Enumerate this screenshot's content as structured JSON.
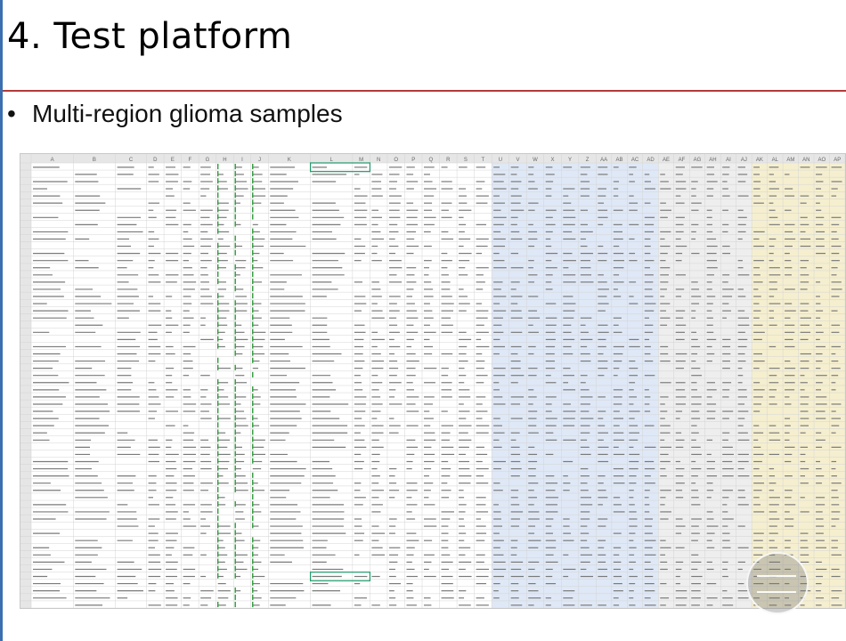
{
  "slide": {
    "title": "4. Test platform",
    "bullets": [
      "Multi-region glioma samples"
    ]
  },
  "spreadsheet": {
    "description_visible": false,
    "column_letters": [
      "A",
      "B",
      "C",
      "D",
      "E",
      "F",
      "G",
      "H",
      "I",
      "J",
      "K",
      "L",
      "M",
      "N",
      "O",
      "P",
      "Q",
      "R",
      "S",
      "T",
      "U",
      "V",
      "W",
      "X",
      "Y",
      "Z",
      "AA",
      "AB",
      "AC",
      "AD",
      "AE",
      "AF",
      "AG",
      "AH",
      "AI",
      "AJ",
      "AK",
      "AL",
      "AM",
      "AN",
      "AO",
      "AP"
    ],
    "row_count": 62,
    "colors": {
      "header": "#e6e6e6",
      "grid": "#d4d4d4",
      "text": "#7a7a7a",
      "green_mark": "#2e9a3a",
      "blue_band": "#dfe8f6",
      "yellow_band": "#f5efcf",
      "gray_band": "#eeeeee",
      "selection": "#1f9b6a"
    }
  }
}
